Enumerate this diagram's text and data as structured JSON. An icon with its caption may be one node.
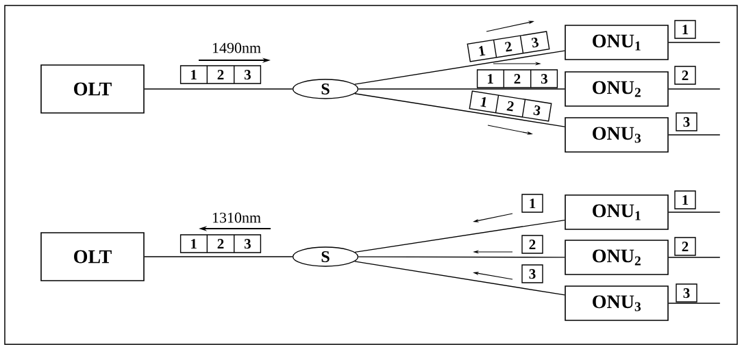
{
  "diagram": {
    "nodes": [
      {
        "text": [
          "OLT"
        ]
      },
      {
        "text": [
          "1",
          "2",
          "3"
        ]
      },
      {
        "text": [
          "S"
        ]
      },
      {
        "text": [
          "1",
          "2",
          "3"
        ]
      },
      {
        "text": [
          "ONU$_{1}$"
        ]
      },
      {
        "text": [
          "1"
        ]
      },
      {
        "text": [
          "1",
          "2",
          "3"
        ]
      },
      {
        "text": [
          "ONU$_{2}$"
        ]
      },
      {
        "text": [
          "2"
        ]
      },
      {
        "text": [
          "1",
          "2",
          "3"
        ]
      },
      {
        "text": [
          "ONU$_{3}$"
        ]
      },
      {
        "text": [
          "3"
        ]
      },
      {
        "text": [
          "OLT"
        ]
      },
      {
        "text": [
          "1",
          "2",
          "3"
        ]
      },
      {
        "text": [
          "S"
        ]
      },
      {
        "text": [
          "1"
        ]
      },
      {
        "text": [
          "ONU$_{1}$"
        ]
      },
      {
        "text": [
          "1"
        ]
      },
      {
        "text": [
          "2"
        ]
      },
      {
        "text": [
          "ONU$_{2}$"
        ]
      },
      {
        "text": [
          "2"
        ]
      },
      {
        "text": [
          "3"
        ]
      },
      {
        "text": [
          "ONU$_{3}$"
        ]
      },
      {
        "text": [
          "3"
        ]
      }
    ],
    "edges": [
      {
        "from": 0,
        "to": 2,
        "arrow": "none"
      },
      {
        "from": 2,
        "to": 4,
        "arrow": "none"
      },
      {
        "from": 2,
        "to": 7,
        "arrow": "none"
      },
      {
        "from": 2,
        "to": 10,
        "arrow": "none"
      },
      {
        "from": 4,
        "to": null,
        "arrow": "none"
      },
      {
        "from": 7,
        "to": null,
        "arrow": "none"
      },
      {
        "from": 10,
        "to": null,
        "arrow": "none"
      },
      {
        "from": 12,
        "to": 14,
        "arrow": "none"
      },
      {
        "from": 14,
        "to": 16,
        "arrow": "none"
      },
      {
        "from": 14,
        "to": 19,
        "arrow": "none"
      },
      {
        "from": 14,
        "to": 22,
        "arrow": "none"
      },
      {
        "from": 16,
        "to": null,
        "arrow": "none"
      },
      {
        "from": 19,
        "to": null,
        "arrow": "none"
      },
      {
        "from": 22,
        "to": null,
        "arrow": "none"
      }
    ],
    "labels": [
      "1490nm",
      "1310nm"
    ]
  }
}
